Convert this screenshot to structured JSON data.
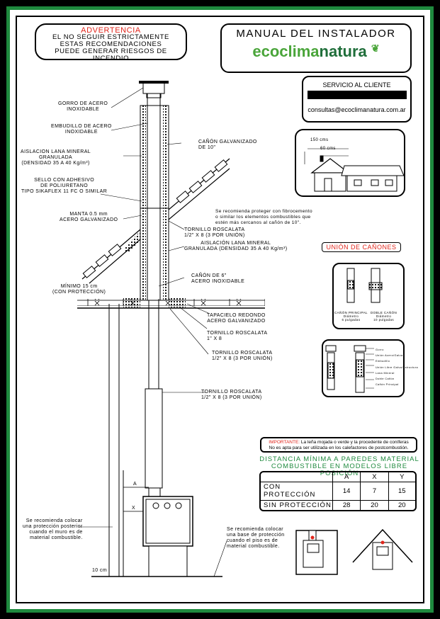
{
  "warning": {
    "title": "ADVERTENCIA",
    "line1": "EL NO SEGUIR ESTRICTAMENTE",
    "line2": "ESTAS RECOMENDACIONES",
    "line3": "PUEDE GENERAR RIESGOS DE INCENDIO"
  },
  "header": {
    "title": "MANUAL DEL INSTALADOR",
    "brand_a": "ecoclima",
    "brand_b": "natura"
  },
  "service": {
    "title": "SERVICIO AL CLIENTE",
    "email": "consultas@ecoclimanatura.com.ar"
  },
  "house": {
    "dim1": "150 cms",
    "dim2": "60 cms"
  },
  "labels": {
    "gorro": [
      "GORRO DE ACERO",
      "INOXIDABLE"
    ],
    "embudillo": [
      "EMBUDILLO DE ACERO",
      "INOXIDABLE"
    ],
    "aislacion1": [
      "AISLACION LANA MINERAL",
      "GRANULADA",
      "(DENSIDAD 35 A 40 Kg/m³)"
    ],
    "sello": [
      "SELLO CON ADHESIVO",
      "DE POLIURETANO",
      "TIPO SIKAFLEX 11 FC O SIMILAR"
    ],
    "manta": [
      "MANTA 0.5 mm",
      "ACERO GALVANIZADO"
    ],
    "minimo": [
      "MÍNIMO 15 cm",
      "(CON PROTECCIÓN)"
    ],
    "canon10": [
      "CAÑÓN GALVANIZADO",
      "DE 10\""
    ],
    "fibro": [
      "Se recomienda proteger con fibrocemento",
      "o similar los elementos combustibles que",
      "estén más cercanos al cañón de 10\"."
    ],
    "tornillo1": [
      "TORNILLO ROSCALATA",
      "1/2\" X 8 (3 POR UNIÓN)"
    ],
    "aislacion2": [
      "AISLACIÓN LANA MINERAL",
      "GRANULADA (DENSIDAD 35 A 40 Kg/m³)"
    ],
    "canon6": [
      "CAÑÓN DE 6\"",
      "ACERO INOXIDABLE"
    ],
    "tapacielo": [
      "TAPACIELO REDONDO",
      "ACERO GALVANIZADO"
    ],
    "tornillo2": [
      "TORNILLO ROSCALATA",
      "1\" X 8"
    ],
    "tornillo3": [
      "TORNILLO ROSCALATA",
      "1/2\" X 8 (3 POR UNIÓN)"
    ],
    "tornillo4": [
      "TORNILLO ROSCALATA",
      "1/2\" X 8 (3 POR UNIÓN)"
    ],
    "pared": [
      "Se recomienda colocar",
      "una protección posterior",
      "cuando el muro es de",
      "material combustible."
    ],
    "piso": [
      "Se recomienda colocar",
      "una base de protección",
      "cuando el piso es de",
      "material combustible."
    ],
    "a": "A",
    "x": "X",
    "diez": "10 cm"
  },
  "union": {
    "title": "UNIÓN DE CAÑONES",
    "cap1": [
      "CAÑÓN PRINCIPAL",
      "Diámetro",
      "6 pulgadas"
    ],
    "cap2": [
      "DOBLE CAÑÓN",
      "Diámetro",
      "10 pulgadas"
    ],
    "parts": [
      "Gorro",
      "Unión Acero/Galva",
      "Embudillo",
      "Unión Libre Galva/Estructura",
      "Lana Mineral",
      "Doble Cañón",
      "Cañón Principal"
    ]
  },
  "important": {
    "tag": "IMPORTANTE:",
    "line1": "La leña mojada o verde y la procedente de coníferas",
    "line2": "No es apta para ser utilizada en los calefactores de postcombustión."
  },
  "distances": {
    "title1": "DISTANCIA MÍNIMA A PAREDES MATERIAL",
    "title2": "COMBUSTIBLE EN MODELOS LIBRE POSICIÓN",
    "headers": [
      "",
      "A",
      "X",
      "Y"
    ],
    "rows": [
      [
        "CON PROTECCIÓN",
        "14",
        "7",
        "15"
      ],
      [
        "SIN PROTECCIÓN",
        "28",
        "20",
        "20"
      ]
    ]
  },
  "colors": {
    "accent_red": "#e1251b",
    "brand_green": "#1f8a3e"
  }
}
